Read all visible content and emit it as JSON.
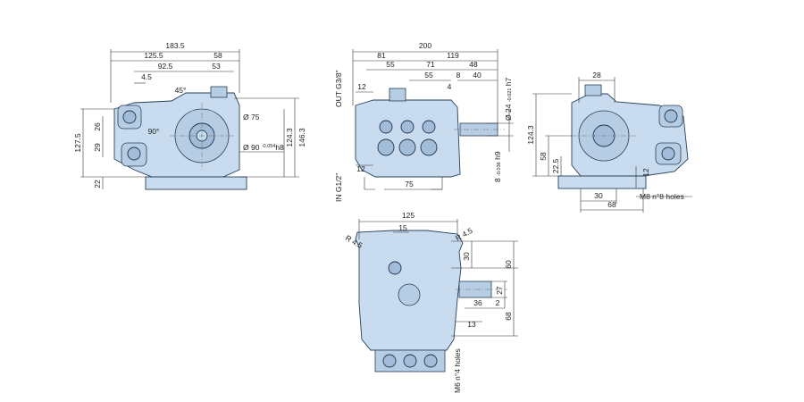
{
  "colors": {
    "part_fill": "#c9dcef",
    "part_stroke": "#26405a",
    "dimension_line": "#333333"
  },
  "left_view": {
    "dims": [
      "183.5",
      "125.5",
      "58",
      "92.5",
      "53",
      "4.5",
      "45°",
      "90°",
      "26",
      "29",
      "127.5",
      "Ø 75",
      "124.3",
      "146.3",
      "22"
    ],
    "shaft_dim_main": "Ø 90",
    "shaft_dim_tol": "-0.054",
    "shaft_dim_fit": "h8"
  },
  "front_view": {
    "dims": [
      "200",
      "81",
      "119",
      "55",
      "71",
      "48",
      "12",
      "55",
      "8",
      "40",
      "4",
      "12",
      "75"
    ],
    "out_label": "OUT G3/8\"",
    "in_label": "IN G1/2\"",
    "shaft_dia_main": "Ø 24",
    "shaft_dia_tol": "-0.021",
    "shaft_dia_fit": "h7",
    "key_main": "8",
    "key_tol": "-0.036",
    "key_fit": "h9"
  },
  "right_view": {
    "dims": [
      "28",
      "124.3",
      "58",
      "22.5",
      "12",
      "30",
      "68"
    ],
    "holes_label": "M8 n°8 holes"
  },
  "top_view": {
    "dims": [
      "125",
      "15",
      "R 4.5",
      "R 4.5",
      "30",
      "60",
      "27",
      "36",
      "2",
      "68",
      "13"
    ],
    "holes_label": "M6 n°4 holes"
  }
}
